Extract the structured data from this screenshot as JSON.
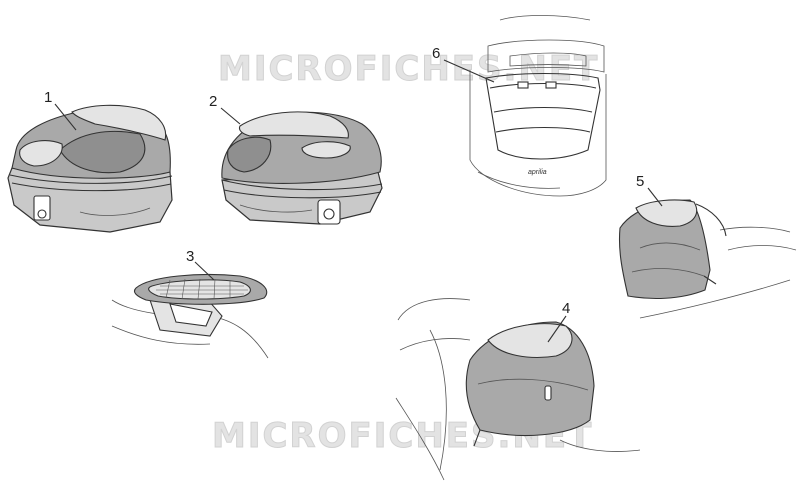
{
  "watermark": {
    "top": "MICROFICHES.NET",
    "bottom": "MICROFICHES.NET"
  },
  "callouts": [
    {
      "id": "1",
      "label": "1"
    },
    {
      "id": "2",
      "label": "2"
    },
    {
      "id": "3",
      "label": "3"
    },
    {
      "id": "4",
      "label": "4"
    },
    {
      "id": "5",
      "label": "5"
    },
    {
      "id": "6",
      "label": "6"
    }
  ],
  "brand_mark": "aprilia"
}
